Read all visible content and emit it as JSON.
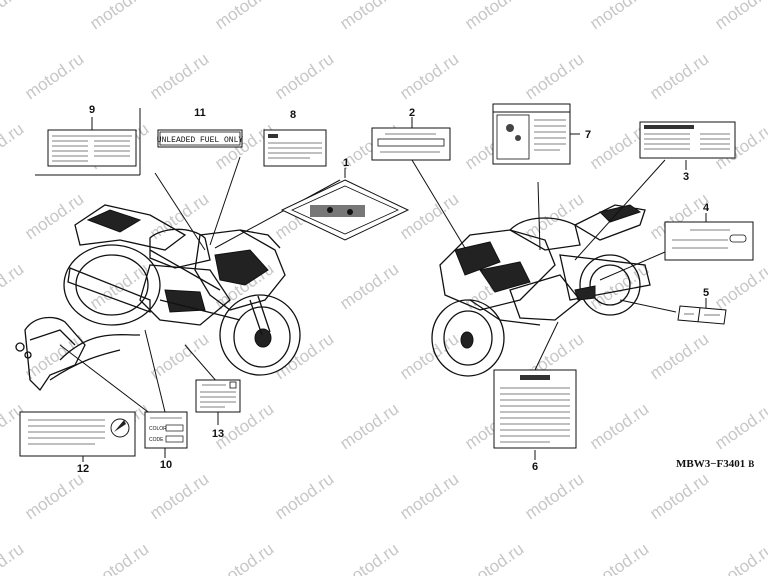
{
  "watermark": "motod.ru",
  "diagram_code": "MBW3−F3401",
  "diagram_code_suffix": "B",
  "callouts": [
    "1",
    "2",
    "3",
    "4",
    "5",
    "6",
    "7",
    "8",
    "9",
    "10",
    "11",
    "12",
    "13"
  ],
  "labels": {
    "unleaded_fuel": "UNLEADED FUEL ONLY",
    "color": "COLOR",
    "code": "CODE"
  }
}
